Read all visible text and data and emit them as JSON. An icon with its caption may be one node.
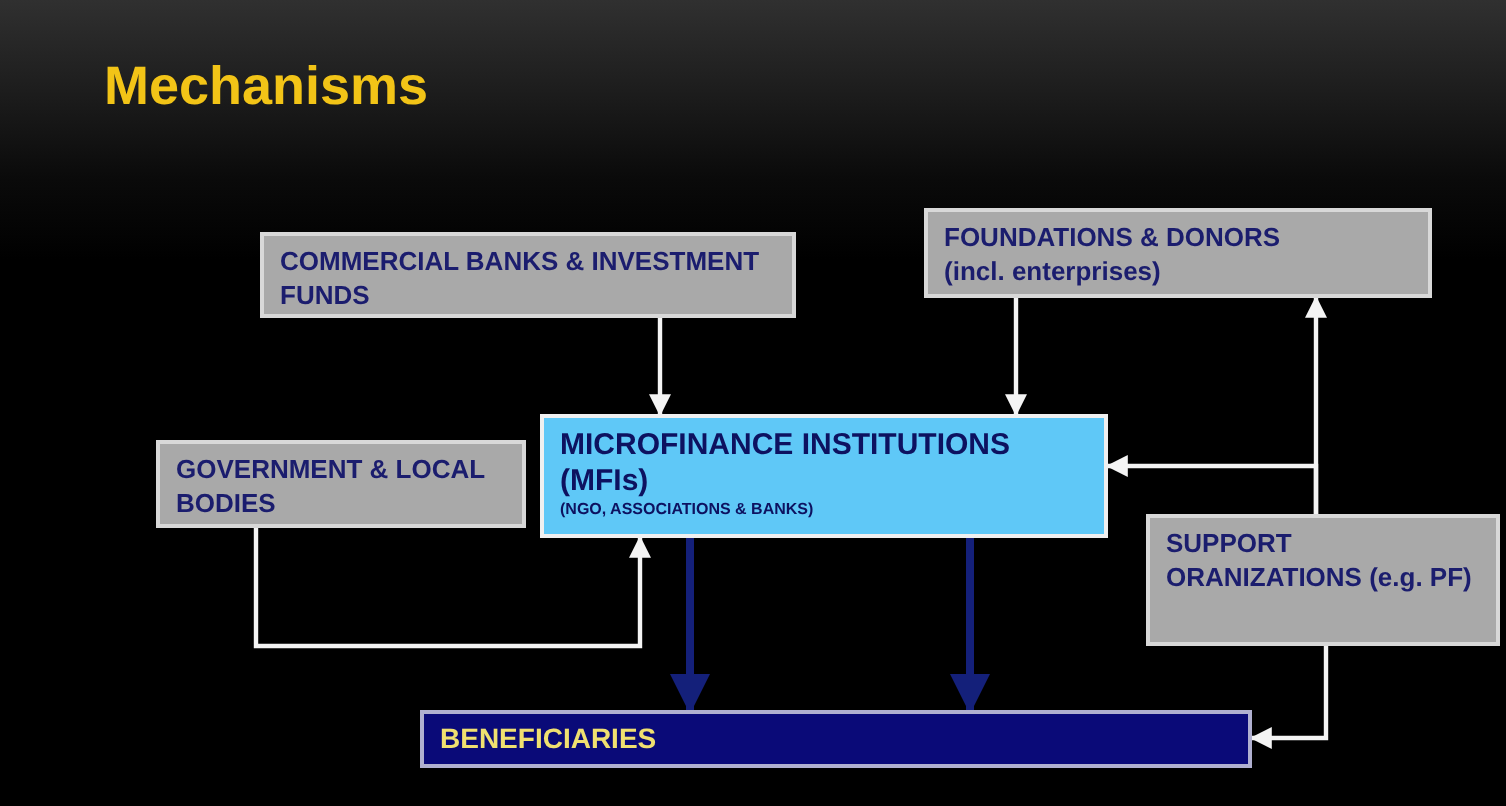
{
  "diagram": {
    "title": "Mechanisms",
    "nodes": [
      {
        "text": [
          "COMMERCIAL BANKS & INVESTMENT FUNDS"
        ]
      },
      {
        "text": [
          "FOUNDATIONS & DONORS",
          "(incl. enterprises)"
        ]
      },
      {
        "text": [
          "GOVERNMENT & LOCAL BODIES"
        ]
      },
      {
        "text": [
          "MICROFINANCE INSTITUTIONS (MFIs)",
          "(NGO, ASSOCIATIONS & BANKS)"
        ]
      },
      {
        "text": [
          "SUPPORT ORANIZATIONS (e.g. PF)"
        ]
      },
      {
        "text": [
          "BENEFICIARIES"
        ]
      }
    ],
    "edges": [
      {
        "from": 0,
        "to": 3,
        "arrow": "to"
      },
      {
        "from": 1,
        "to": 3,
        "arrow": "to"
      },
      {
        "from": 2,
        "to": 3,
        "arrow": "to"
      },
      {
        "from": 4,
        "to": 3,
        "arrow": "to"
      },
      {
        "from": 4,
        "to": 1,
        "arrow": "to"
      },
      {
        "from": 3,
        "to": 5,
        "arrow": "to",
        "style": "thick",
        "color": "#14207a"
      },
      {
        "from": 3,
        "to": 5,
        "arrow": "to",
        "style": "thick",
        "color": "#14207a"
      },
      {
        "from": 4,
        "to": 5,
        "arrow": "to"
      }
    ]
  }
}
